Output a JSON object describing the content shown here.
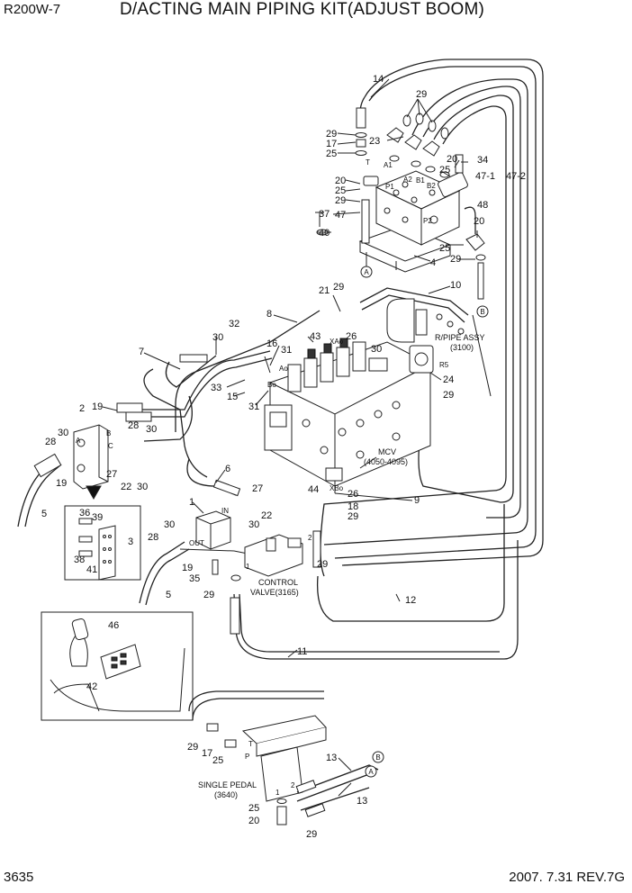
{
  "header": {
    "model": "R200W-7",
    "title": "D/ACTING MAIN PIPING KIT(ADJUST BOOM)"
  },
  "footer": {
    "page_number": "3635",
    "date_revision": "2007. 7.31  REV.7G"
  },
  "components": {
    "mcv": "MCV",
    "mcv_range": "(4050-4095)",
    "control_valve_1": "CONTROL",
    "control_valve_2": "VALVE(3165)",
    "rpipe_1": "R/PIPE ASSY",
    "rpipe_2": "(3100)",
    "single_pedal_1": "SINGLE PEDAL",
    "single_pedal_2": "(3640)"
  },
  "refs": {
    "a": "A",
    "b": "B"
  },
  "callouts": [
    {
      "id": "c14",
      "text": "14"
    },
    {
      "id": "c29a",
      "text": "29"
    },
    {
      "id": "c29b",
      "text": "29"
    },
    {
      "id": "c17a",
      "text": "17"
    },
    {
      "id": "c25a",
      "text": "25"
    },
    {
      "id": "c23",
      "text": "23"
    },
    {
      "id": "c20a",
      "text": "20"
    },
    {
      "id": "c34",
      "text": "34"
    },
    {
      "id": "c25b",
      "text": "25"
    },
    {
      "id": "c47_1",
      "text": "47-1"
    },
    {
      "id": "c47_2",
      "text": "47-2"
    },
    {
      "id": "c20b",
      "text": "20"
    },
    {
      "id": "c25c",
      "text": "25"
    },
    {
      "id": "c29c",
      "text": "29"
    },
    {
      "id": "c48",
      "text": "48"
    },
    {
      "id": "c37",
      "text": "37"
    },
    {
      "id": "c47",
      "text": "47"
    },
    {
      "id": "c40",
      "text": "40"
    },
    {
      "id": "c20c",
      "text": "20"
    },
    {
      "id": "c25d",
      "text": "25"
    },
    {
      "id": "c29d",
      "text": "29"
    },
    {
      "id": "c4",
      "text": "4"
    },
    {
      "id": "c10",
      "text": "10"
    },
    {
      "id": "c21",
      "text": "21"
    },
    {
      "id": "c29e",
      "text": "29"
    },
    {
      "id": "c8",
      "text": "8"
    },
    {
      "id": "c32",
      "text": "32"
    },
    {
      "id": "c30a",
      "text": "30"
    },
    {
      "id": "c43",
      "text": "43"
    },
    {
      "id": "c26a",
      "text": "26"
    },
    {
      "id": "c16",
      "text": "16"
    },
    {
      "id": "c31a",
      "text": "31"
    },
    {
      "id": "c30b",
      "text": "30"
    },
    {
      "id": "c7",
      "text": "7"
    },
    {
      "id": "c33",
      "text": "33"
    },
    {
      "id": "c15",
      "text": "15"
    },
    {
      "id": "c31b",
      "text": "31"
    },
    {
      "id": "c24",
      "text": "24"
    },
    {
      "id": "c29f",
      "text": "29"
    },
    {
      "id": "c2",
      "text": "2"
    },
    {
      "id": "c19a",
      "text": "19"
    },
    {
      "id": "c30c",
      "text": "30"
    },
    {
      "id": "c28a",
      "text": "28"
    },
    {
      "id": "c28b",
      "text": "28"
    },
    {
      "id": "c30d",
      "text": "30"
    },
    {
      "id": "c19b",
      "text": "19"
    },
    {
      "id": "c27a",
      "text": "27"
    },
    {
      "id": "c22a",
      "text": "22"
    },
    {
      "id": "c30e",
      "text": "30"
    },
    {
      "id": "c5a",
      "text": "5"
    },
    {
      "id": "c6",
      "text": "6"
    },
    {
      "id": "c27b",
      "text": "27"
    },
    {
      "id": "c22b",
      "text": "22"
    },
    {
      "id": "c30f",
      "text": "30"
    },
    {
      "id": "c44",
      "text": "44"
    },
    {
      "id": "c26b",
      "text": "26"
    },
    {
      "id": "c18",
      "text": "18"
    },
    {
      "id": "c29g",
      "text": "29"
    },
    {
      "id": "c9",
      "text": "9"
    },
    {
      "id": "c36",
      "text": "36"
    },
    {
      "id": "c39",
      "text": "39"
    },
    {
      "id": "c3",
      "text": "3"
    },
    {
      "id": "c38",
      "text": "38"
    },
    {
      "id": "c41",
      "text": "41"
    },
    {
      "id": "c1",
      "text": "1"
    },
    {
      "id": "c30g",
      "text": "30"
    },
    {
      "id": "c28c",
      "text": "28"
    },
    {
      "id": "c19c",
      "text": "19"
    },
    {
      "id": "c35",
      "text": "35"
    },
    {
      "id": "c5b",
      "text": "5"
    },
    {
      "id": "c29h",
      "text": "29"
    },
    {
      "id": "c29i",
      "text": "29"
    },
    {
      "id": "c12",
      "text": "12"
    },
    {
      "id": "c11",
      "text": "11"
    },
    {
      "id": "c46",
      "text": "46"
    },
    {
      "id": "c42",
      "text": "42"
    },
    {
      "id": "c29j",
      "text": "29"
    },
    {
      "id": "c17b",
      "text": "17"
    },
    {
      "id": "c25e",
      "text": "25"
    },
    {
      "id": "c13a",
      "text": "13"
    },
    {
      "id": "c13b",
      "text": "13"
    },
    {
      "id": "c25f",
      "text": "25"
    },
    {
      "id": "c20d",
      "text": "20"
    },
    {
      "id": "c29k",
      "text": "29"
    }
  ],
  "port_labels": {
    "t_top": "T",
    "a1": "A1",
    "a2": "A2",
    "b1": "B1",
    "b2": "B2",
    "p1": "P1",
    "p2": "P2",
    "r5": "R5",
    "xao": "XAo",
    "ao": "Ao",
    "bo": "Bo",
    "xbo": "XBo",
    "in": "IN",
    "out": "OUT",
    "a_blk": "A",
    "b_blk": "B",
    "c_blk": "C",
    "cv_1": "1",
    "cv_2": "2",
    "ped_p": "P",
    "ped_t": "T",
    "ped_1": "1",
    "ped_2": "2"
  }
}
